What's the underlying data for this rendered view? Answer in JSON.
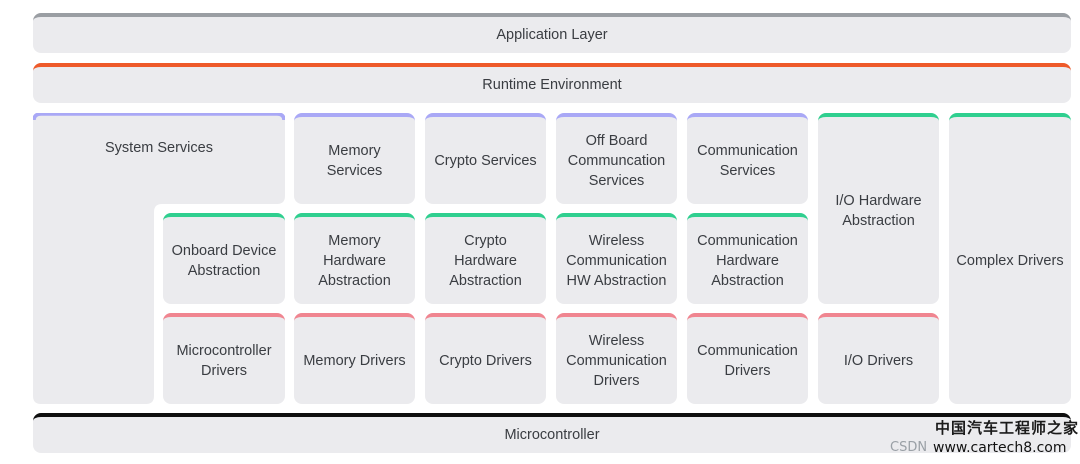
{
  "layers": {
    "application": "Application Layer",
    "runtime": "Runtime Environment",
    "microcontroller": "Microcontroller"
  },
  "services": {
    "system": "System Services",
    "memory": "Memory\nServices",
    "crypto": "Crypto Services",
    "offboard": "Off Board\nCommuncation\nServices",
    "communication": "Communication\nServices"
  },
  "abstraction": {
    "onboard": "Onboard Device\nAbstraction",
    "memory": "Memory\nHardware\nAbstraction",
    "crypto": "Crypto\nHardware\nAbstraction",
    "wireless": "Wireless\nCommunication\nHW Abstraction",
    "communication": "Communication\nHardware\nAbstraction",
    "io": "I/O Hardware\nAbstraction"
  },
  "drivers": {
    "microcontroller": "Microcontroller\nDrivers",
    "memory": "Memory Drivers",
    "crypto": "Crypto Drivers",
    "wireless": "Wireless\nCommunication\nDrivers",
    "communication": "Communication\nDrivers",
    "io": "I/O Drivers"
  },
  "complex": "Complex Drivers",
  "watermark": {
    "cn": "中国汽车工程师之家",
    "csdn": "CSDN",
    "site": "www.cartech8.com"
  }
}
